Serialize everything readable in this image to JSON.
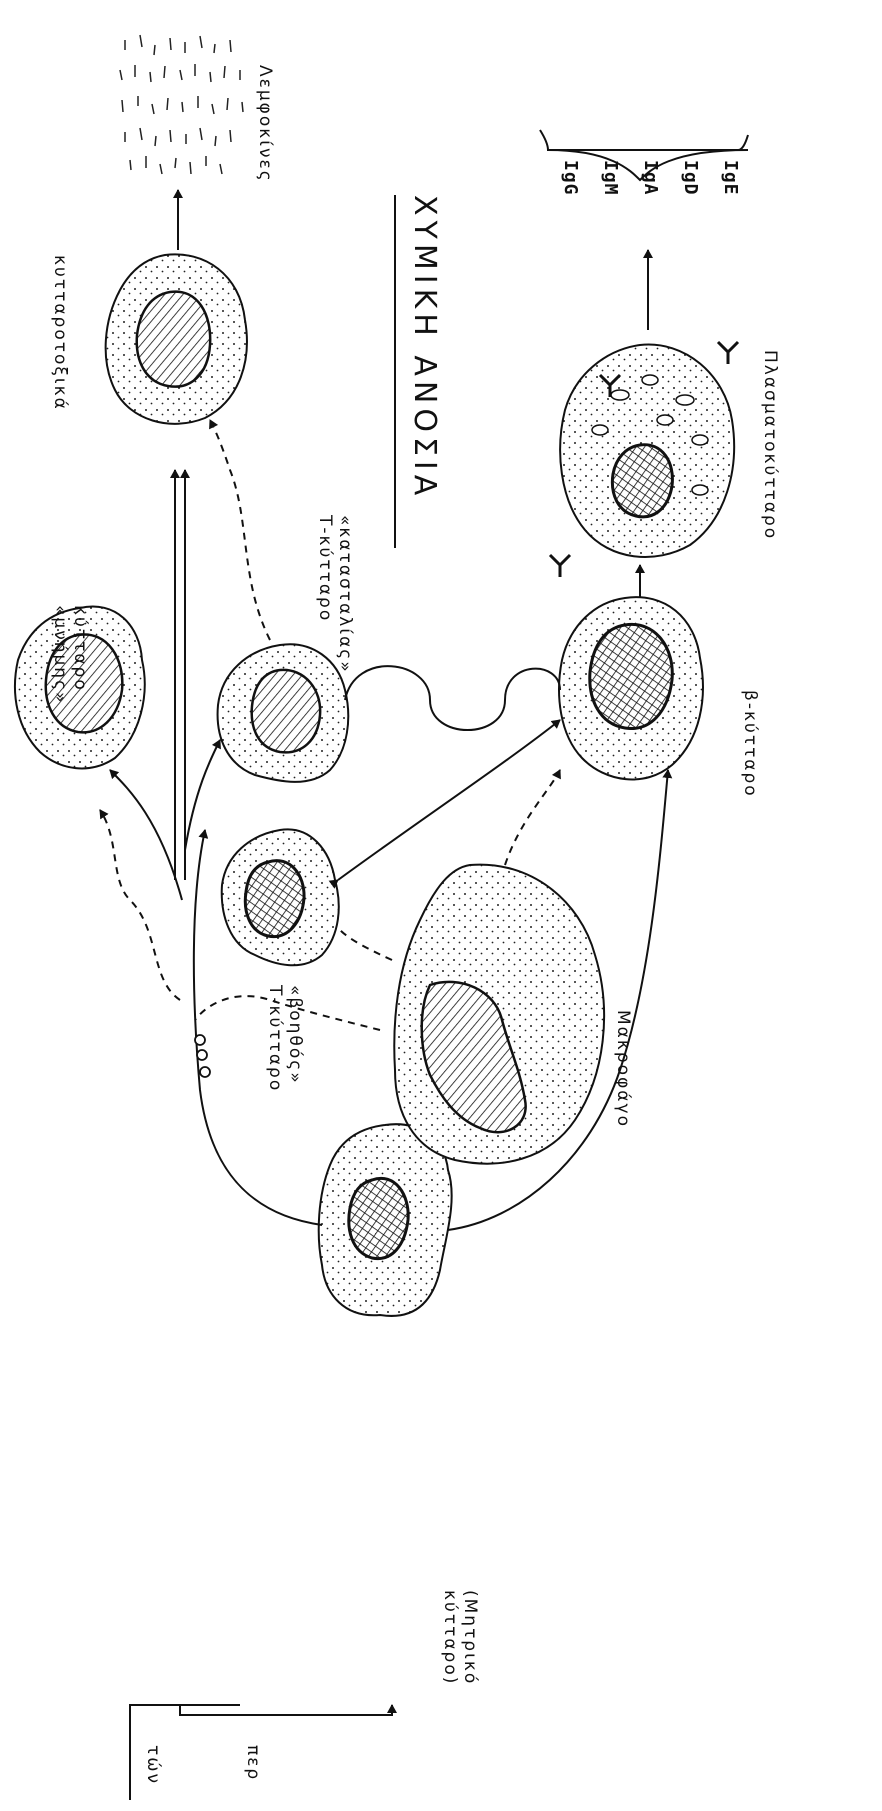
{
  "title": "ΧΥΜΙΚΗ ΑΝΟΣΙΑ",
  "labels": {
    "stem_cell_1": "(Μητρικό",
    "stem_cell_2": "κύτταρο)",
    "origin_top": "τών",
    "origin_bottom": "περ",
    "helper_1": "«βοηθός»",
    "helper_2": "Τ-κύτταρο",
    "macrophage": "Μακροφάγο",
    "b_cell": "β-κύτταρο",
    "suppressor_1": "«κατασταλίας»",
    "suppressor_2": "Τ-κύτταρο",
    "cytotoxic": "κυτταροτοξικά",
    "lymphokines": "Λεμφοκίνες",
    "memory_1": "κύτταρο",
    "memory_2": "«μνήμης»",
    "plasma": "Πλασματοκύτταρο"
  },
  "immunoglobulins": [
    "IgG",
    "IgM",
    "IgA",
    "IgD",
    "IgE"
  ]
}
